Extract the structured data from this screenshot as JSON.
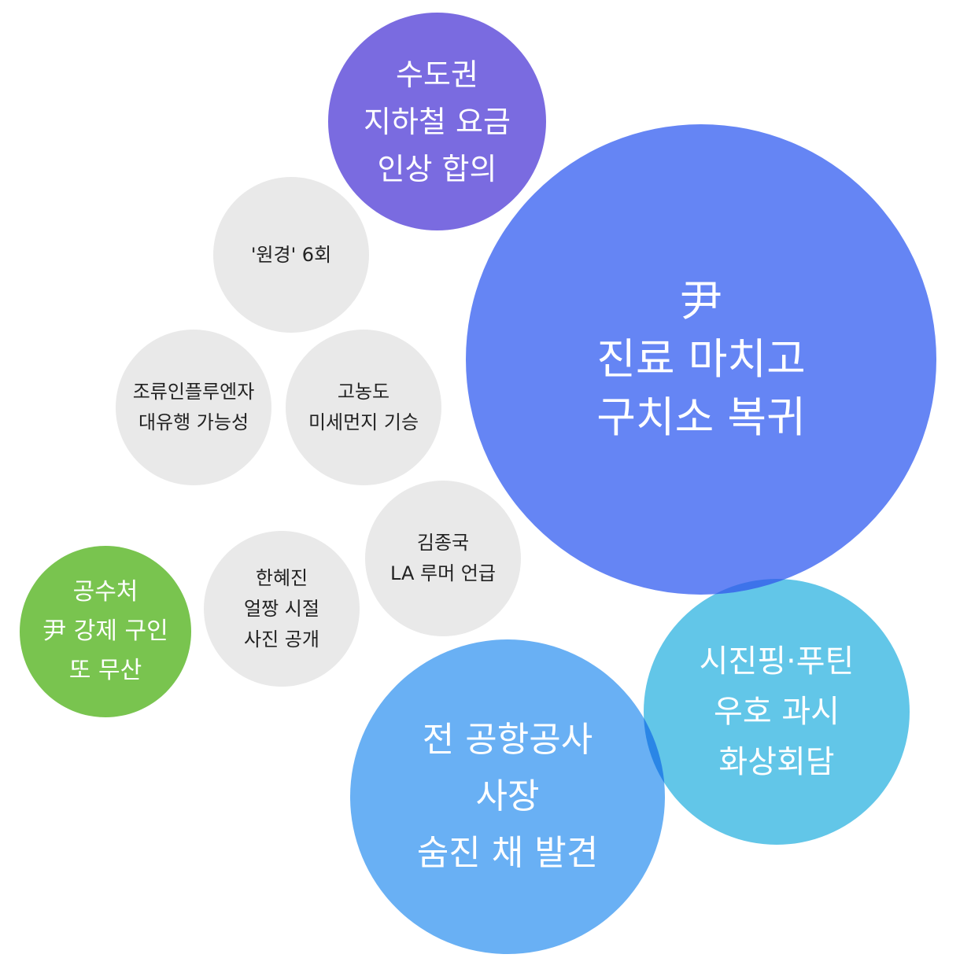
{
  "bubbles": {
    "main": {
      "lines": [
        "尹",
        "진료 마치고",
        "구치소 복귀"
      ],
      "color": "#6585f4"
    },
    "purple": {
      "lines": [
        "수도권",
        "지하철 요금",
        "인상 합의"
      ],
      "color": "#7a6be0"
    },
    "teal": {
      "lines": [
        "시진핑·푸틴",
        "우호 과시",
        "화상회담"
      ],
      "color": "#62c6e8"
    },
    "blue": {
      "lines": [
        "전 공항공사",
        "사장",
        "숨진 채 발견"
      ],
      "color": "#69b0f4"
    },
    "green": {
      "lines": [
        "공수처",
        "尹 강제 구인",
        "또 무산"
      ],
      "color": "#79c44f"
    },
    "grey1": {
      "lines": [
        "'원경' 6회"
      ],
      "color": "#e9e9e9"
    },
    "grey2": {
      "lines": [
        "조류인플루엔자",
        "대유행 가능성"
      ],
      "color": "#e9e9e9"
    },
    "grey3": {
      "lines": [
        "고농도",
        "미세먼지 기승"
      ],
      "color": "#e9e9e9"
    },
    "grey4": {
      "lines": [
        "김종국",
        "LA 루머 언급"
      ],
      "color": "#e9e9e9"
    },
    "grey5": {
      "lines": [
        "한혜진",
        "얼짱 시절",
        "사진 공개"
      ],
      "color": "#e9e9e9"
    }
  }
}
